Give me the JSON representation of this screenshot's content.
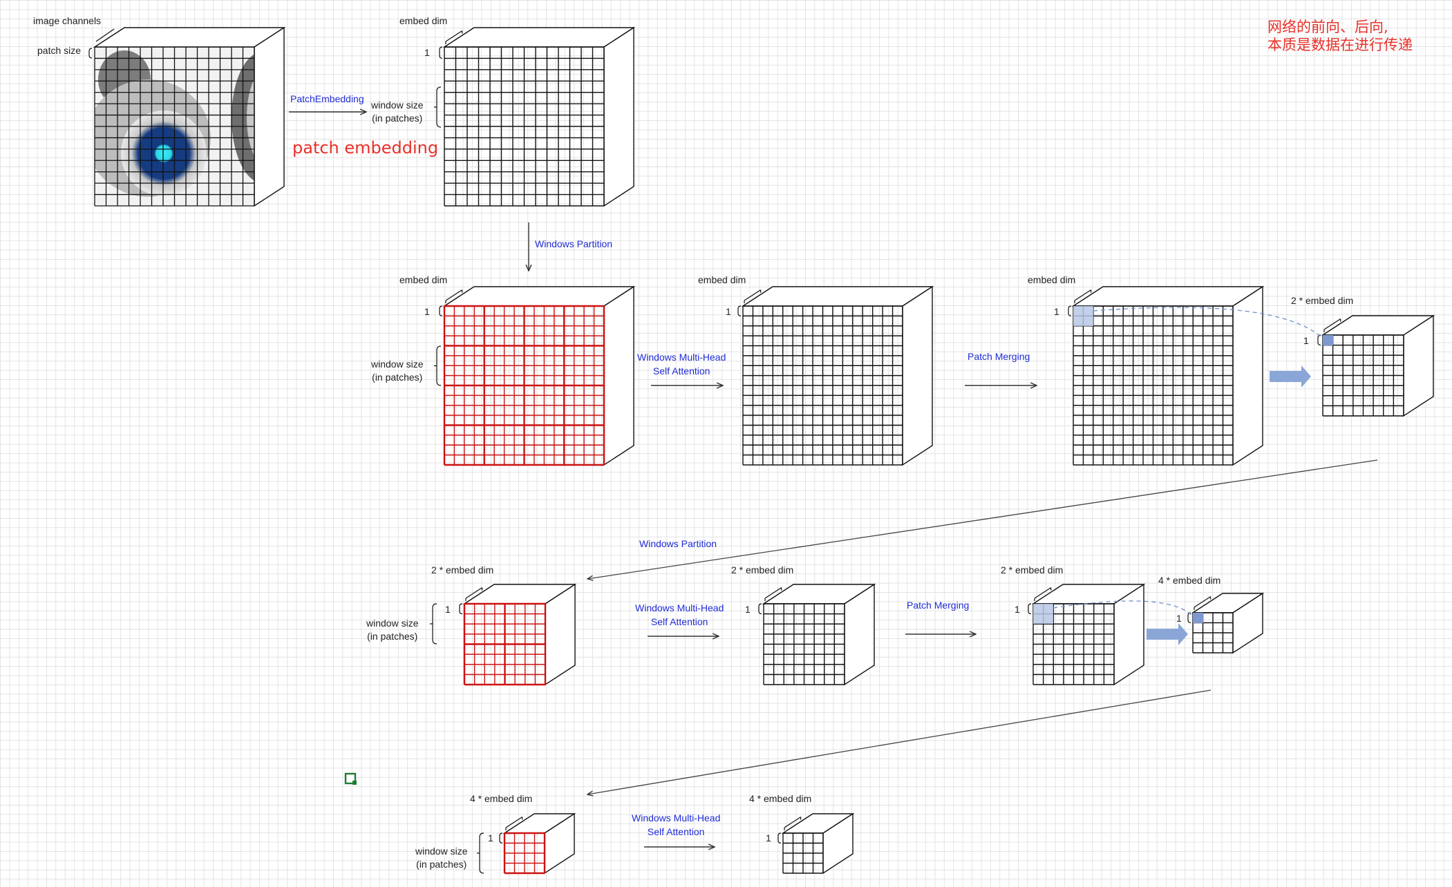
{
  "note": {
    "line1": "网络的前向、后向,",
    "line2": "本质是数据在进行传递"
  },
  "patch_note": "patch embedding",
  "dims": {
    "image_channels": "image channels",
    "patch_size": "patch size",
    "embed_dim": "embed dim",
    "embed_dim_2": "2 * embed dim",
    "embed_dim_4": "4 * embed dim",
    "one": "1",
    "window_size_l1": "window size",
    "window_size_l2": "(in patches)"
  },
  "ops": {
    "patch_embedding": "PatchEmbedding",
    "windows_partition": "Windows Partition",
    "wmsa_l1": "Windows Multi-Head",
    "wmsa_l2": "Self Attention",
    "patch_merging": "Patch Merging"
  },
  "colors": {
    "grid_line": "#111111",
    "window_line": "#cc1111",
    "op_text": "#1f2bd6",
    "note_text": "#e8312a",
    "merge_arrow": "#8aa6d6",
    "merge_patch": "#b9c8e6"
  },
  "icons": [
    "selection-handle-icon"
  ]
}
